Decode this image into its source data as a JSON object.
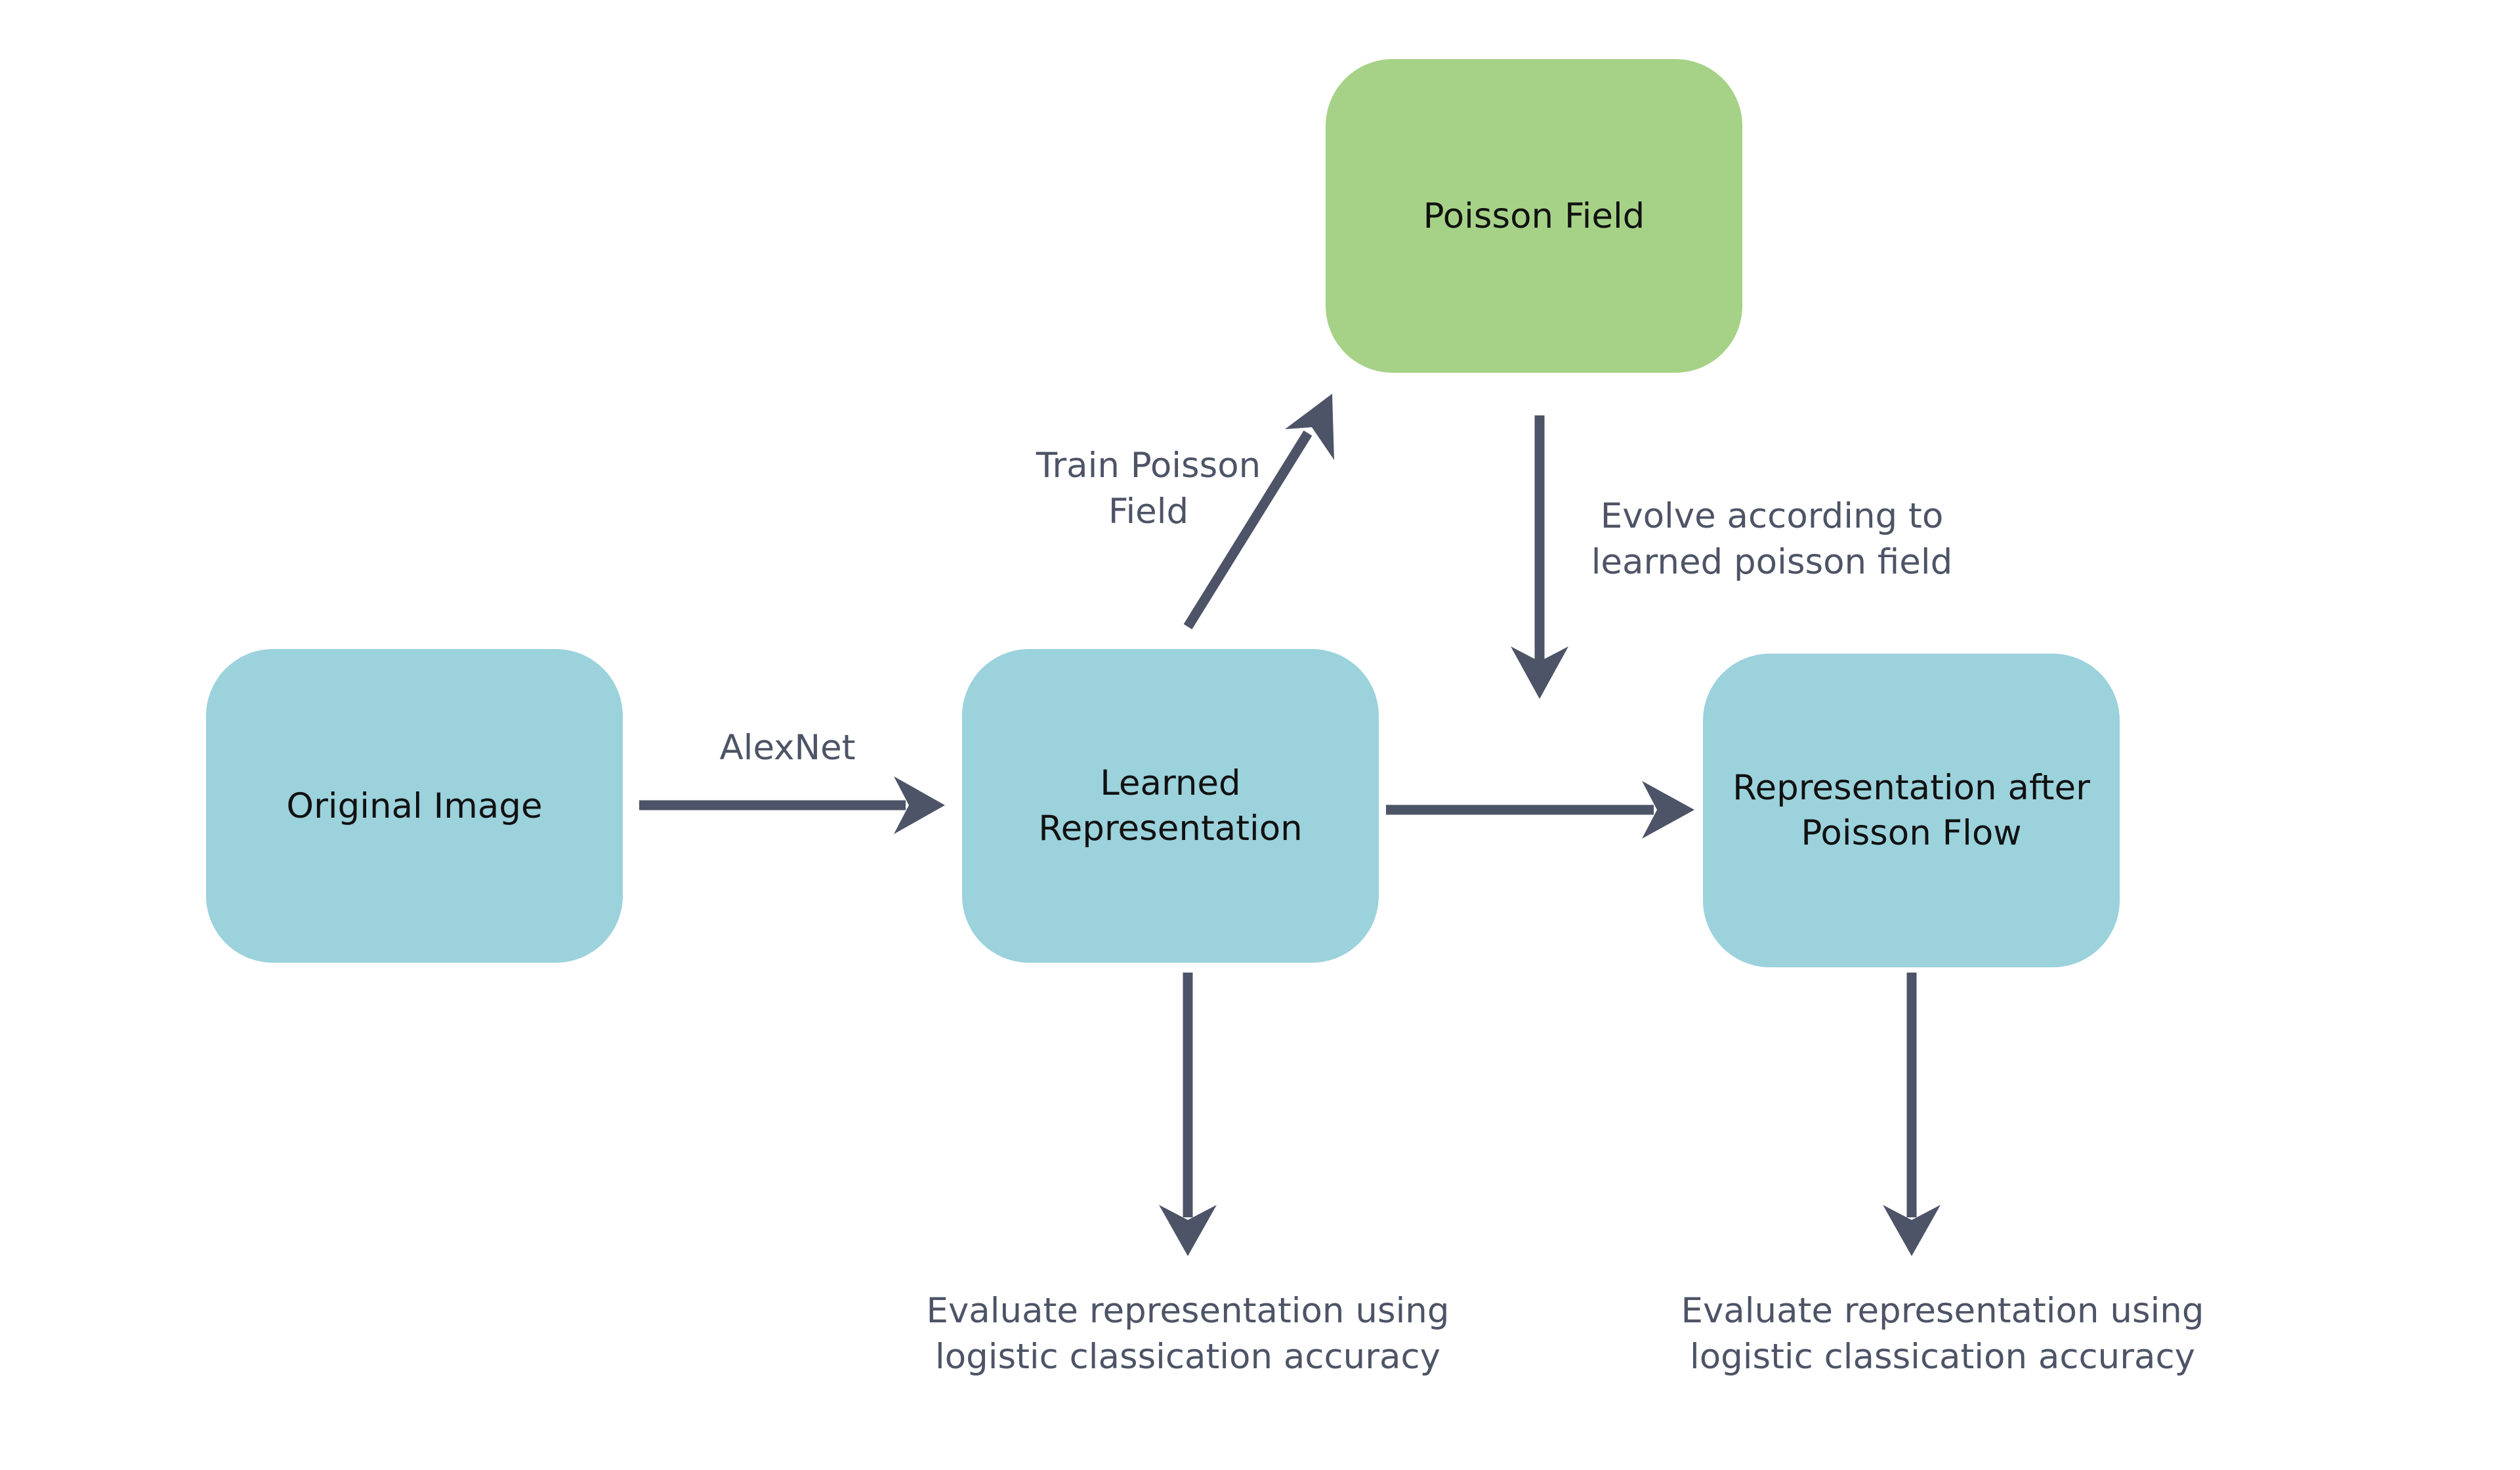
{
  "colors": {
    "node_blue": "#9bd2dc",
    "node_green": "#a6d287",
    "arrow": "#4d5468",
    "label_text": "#4d5466",
    "node_text": "#111111"
  },
  "nodes": {
    "original_image": "Original Image",
    "learned_representation": "Learned\nRepresentation",
    "poisson_field": "Poisson Field",
    "representation_after_flow": "Representation after\nPoisson Flow"
  },
  "edge_labels": {
    "alexnet": "AlexNet",
    "train_poisson_field": "Train Poisson\nField",
    "evolve": "Evolve according to\nlearned poisson field",
    "evaluate_learned": "Evaluate representation using\nlogistic classication accuracy",
    "evaluate_flow": "Evaluate representation using\nlogistic classication accuracy"
  }
}
